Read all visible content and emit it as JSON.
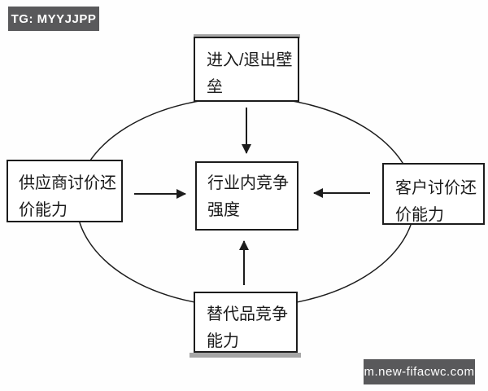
{
  "watermarks": {
    "top_left": "TG: MYYJJPP",
    "bottom_right": "m.new-fifacwc.com"
  },
  "diagram": {
    "type": "five-forces",
    "boxes": {
      "top": {
        "label": "进入/退出壁垒",
        "lines": [
          "进入/退出壁",
          "垒"
        ]
      },
      "center": {
        "label": "行业内竞争强度",
        "lines": [
          "行业内竞争",
          "强度"
        ]
      },
      "left": {
        "label": "供应商讨价还价能力",
        "lines": [
          "供应商讨价还",
          "价能力"
        ]
      },
      "right": {
        "label": "客户讨价还价能力",
        "lines": [
          "客户讨价还",
          "价能力"
        ]
      },
      "bottom": {
        "label": "替代品竞争能力",
        "lines": [
          "替代品竞争",
          "能力"
        ]
      }
    },
    "arrows": [
      {
        "from": "top",
        "to": "center",
        "direction": "down"
      },
      {
        "from": "left",
        "to": "center",
        "direction": "right"
      },
      {
        "from": "right",
        "to": "center",
        "direction": "left"
      },
      {
        "from": "bottom",
        "to": "center",
        "direction": "up"
      }
    ]
  },
  "colors": {
    "background": "#ffffff",
    "line": "#1c1c1c",
    "box_border": "#1c1c1c",
    "box_fill": "#ffffff",
    "watermark_bg": "#59595b",
    "watermark_text": "#ffffff",
    "shadow_bar": "#a6a6a6"
  }
}
